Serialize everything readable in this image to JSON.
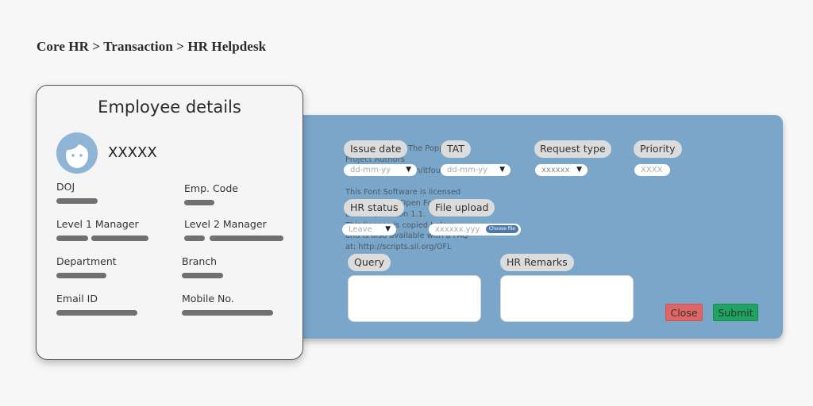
{
  "breadcrumb": "Core HR > Transaction > HR Helpdesk",
  "card": {
    "title": "Employee details",
    "name": "XXXXX",
    "fields": {
      "doj": "DOJ",
      "emp_code": "Emp. Code",
      "l1_manager": "Level 1 Manager",
      "l2_manager": "Level 2 Manager",
      "department": "Department",
      "branch": "Branch",
      "email": "Email ID",
      "mobile": "Mobile No."
    }
  },
  "form": {
    "issue_date": {
      "label": "Issue date",
      "value": "dd-mm-yy"
    },
    "tat": {
      "label": "TAT",
      "value": "dd-mm-yy"
    },
    "request_type": {
      "label": "Request type",
      "value": "xxxxxx"
    },
    "priority": {
      "label": "Priority",
      "value": "XXXX"
    },
    "hr_status": {
      "label": "HR status",
      "value": "Leave"
    },
    "file_upload": {
      "label": "File upload",
      "value": "xxxxxx.yyy",
      "button": "Choose file"
    },
    "query": {
      "label": "Query"
    },
    "hr_remarks": {
      "label": "HR Remarks"
    },
    "close_label": "Close",
    "submit_label": "Submit"
  },
  "license_text": "Copyright 2020 The Poppins Project Authors (https://github.com/itfoundry/Poppins)\n\nThis Font Software is licensed under the SIL Open Font License, Version 1.1.\nThis license is copied below, and is also available with a FAQ at: http://scripts.sil.org/OFL",
  "colors": {
    "panel": "#7aa6c9",
    "close": "#e06666",
    "submit": "#21a363",
    "avatar": "#8fb4d6"
  }
}
